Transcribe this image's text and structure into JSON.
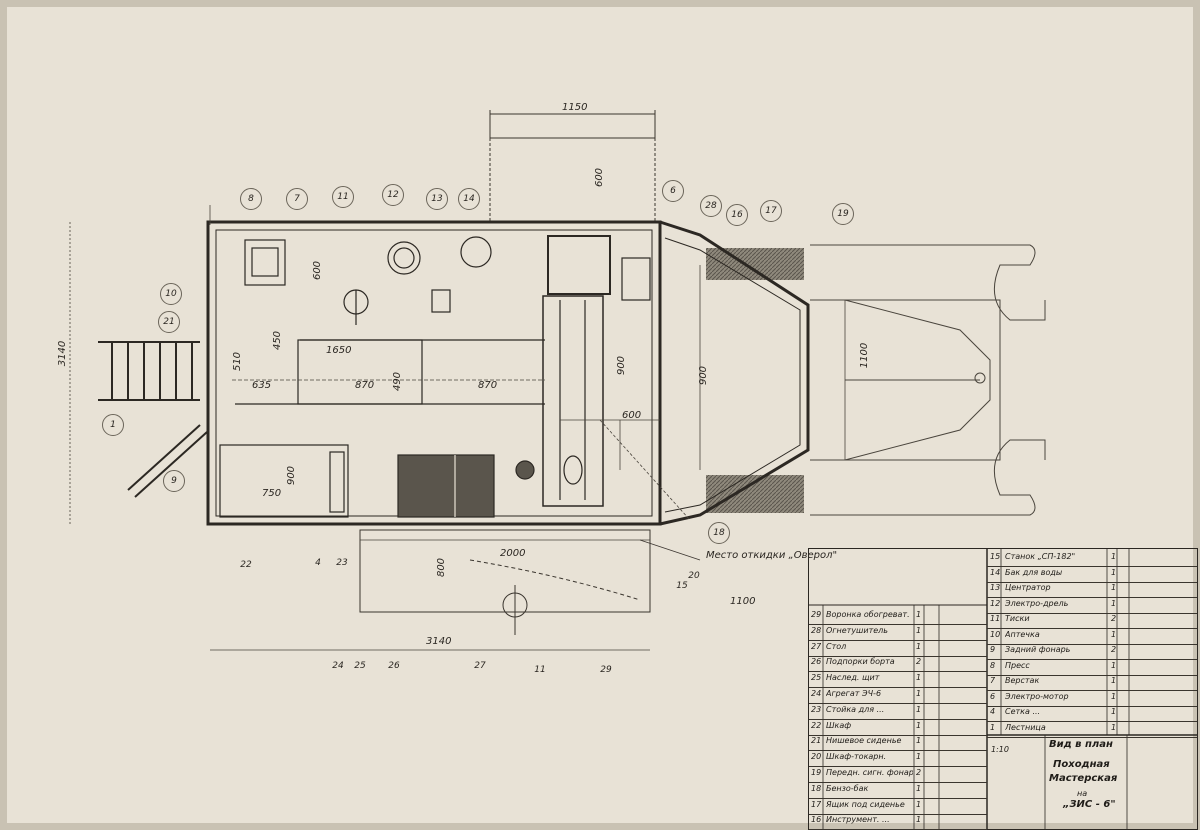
{
  "dimensions": {
    "d1150": "1150",
    "d600_top": "600",
    "d600_left": "600",
    "d450": "450",
    "d1650": "1650",
    "d510": "510",
    "d635": "635",
    "d870a": "870",
    "d490": "490",
    "d870b": "870",
    "d900a": "900",
    "d900b": "900",
    "d600_mid": "600",
    "d1100_right": "1100",
    "d3140_left": "3140",
    "d750": "750",
    "d900_low": "900",
    "d2000": "2000",
    "d800": "800",
    "d1100_bottom": "1100",
    "d3140_bottom": "3140"
  },
  "callouts": {
    "c8": "8",
    "c7": "7",
    "c11": "11",
    "c12": "12",
    "c13": "13",
    "c14": "14",
    "c6": "6",
    "c28": "28",
    "c16": "16",
    "c17": "17",
    "c19": "19",
    "c10": "10",
    "c21": "21",
    "c1": "1",
    "c9": "9",
    "c18": "18",
    "c22": "22",
    "c4": "4",
    "c23": "23",
    "c15": "15",
    "c20": "20",
    "c24": "24",
    "c25": "25",
    "c26": "26",
    "c27": "27",
    "c11b": "11",
    "c29": "29"
  },
  "annotation": "Место откидки „Оверол\"",
  "table_right": [
    {
      "n": "15",
      "name": "Станок „СП-182\"",
      "q": "1"
    },
    {
      "n": "14",
      "name": "Бак для воды",
      "q": "1"
    },
    {
      "n": "13",
      "name": "Центратор",
      "q": "1"
    },
    {
      "n": "12",
      "name": "Электро-дрель",
      "q": "1"
    },
    {
      "n": "11",
      "name": "Тиски",
      "q": "2"
    },
    {
      "n": "10",
      "name": "Аптечка",
      "q": "1"
    },
    {
      "n": "9",
      "name": "Задний фонарь",
      "q": "2"
    },
    {
      "n": "8",
      "name": "Пресс",
      "q": "1"
    },
    {
      "n": "7",
      "name": "Верстак",
      "q": "1"
    },
    {
      "n": "6",
      "name": "Электро-мотор",
      "q": "1"
    },
    {
      "n": "4",
      "name": "Сетка ...",
      "q": "1"
    },
    {
      "n": "1",
      "name": "Лестница",
      "q": "1"
    }
  ],
  "table_left": [
    {
      "n": "29",
      "name": "Воронка обогреват.",
      "q": "1"
    },
    {
      "n": "28",
      "name": "Огнетушитель",
      "q": "1"
    },
    {
      "n": "27",
      "name": "Стол",
      "q": "1"
    },
    {
      "n": "26",
      "name": "Подпорки борта",
      "q": "2"
    },
    {
      "n": "25",
      "name": "Наслед. щит",
      "q": "1"
    },
    {
      "n": "24",
      "name": "Агрегат ЭЧ-6",
      "q": "1"
    },
    {
      "n": "23",
      "name": "Стойка для ... ",
      "q": "1"
    },
    {
      "n": "22",
      "name": "Шкаф",
      "q": "1"
    },
    {
      "n": "21",
      "name": "Нишевое сиденье",
      "q": "1"
    },
    {
      "n": "20",
      "name": "Шкаф-токарн.",
      "q": "1"
    },
    {
      "n": "19",
      "name": "Передн. сигн. фонарь",
      "q": "2"
    },
    {
      "n": "18",
      "name": "Бензо-бак",
      "q": "1"
    },
    {
      "n": "17",
      "name": "Ящик под сиденье",
      "q": "1"
    },
    {
      "n": "16",
      "name": "Инструмент. ...",
      "q": "1"
    }
  ],
  "title_block": {
    "view": "Вид в план",
    "title1": "Походная",
    "title2": "Мастерская",
    "title3": "на",
    "title4": "„ЗИС - 6\"",
    "scale": "1:10"
  }
}
